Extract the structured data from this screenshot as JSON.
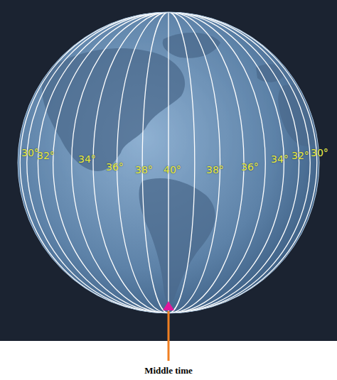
{
  "diagram": {
    "labels": [
      "30°",
      "32°",
      "34°",
      "36°",
      "38°",
      "40°",
      "38°",
      "36°",
      "34°",
      "32°",
      "30°",
      "Middle time"
    ]
  }
}
